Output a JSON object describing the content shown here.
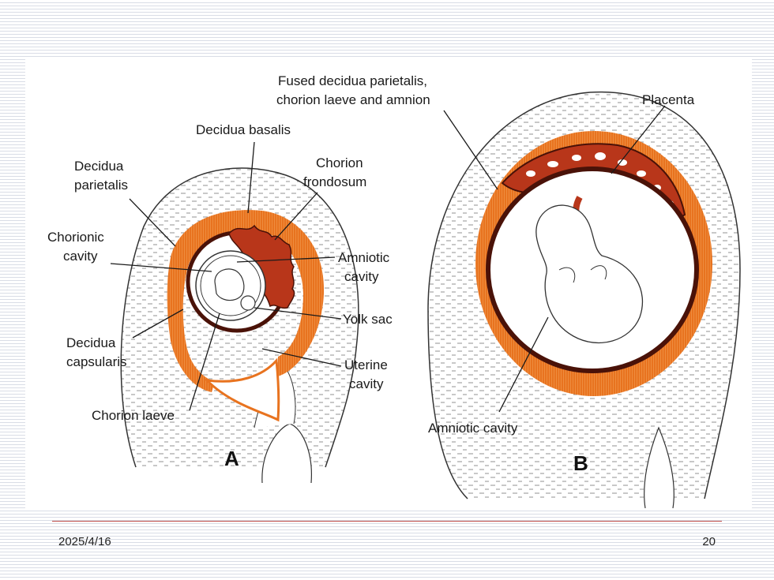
{
  "labels": {
    "fused_decidua_line1": "Fused decidua parietalis,",
    "fused_decidua_line2": "chorion laeve and amnion",
    "placenta": "Placenta",
    "decidua_basalis": "Decidua basalis",
    "decidua_parietalis_line1": "Decidua",
    "decidua_parietalis_line2": "parietalis",
    "chorion_frondosum_line1": "Chorion",
    "chorion_frondosum_line2": "frondosum",
    "chorionic_cavity_line1": "Chorionic",
    "chorionic_cavity_line2": "cavity",
    "amniotic_cavity_a_line1": "Amniotic",
    "amniotic_cavity_a_line2": "cavity",
    "yolk_sac": "Yolk sac",
    "decidua_capsularis_line1": "Decidua",
    "decidua_capsularis_line2": "capsularis",
    "uterine_cavity_line1": "Uterine",
    "uterine_cavity_line2": "cavity",
    "chorion_laeve": "Chorion laeve",
    "amniotic_cavity_b": "Amniotic cavity",
    "panel_a": "A",
    "panel_b": "B"
  },
  "colors": {
    "decidua_orange": "#e8731f",
    "chorion_dark": "#4a1208",
    "villi_red": "#b8361a",
    "wall_line": "#333333"
  },
  "footer": {
    "date": "2025/4/16",
    "page": "20"
  }
}
